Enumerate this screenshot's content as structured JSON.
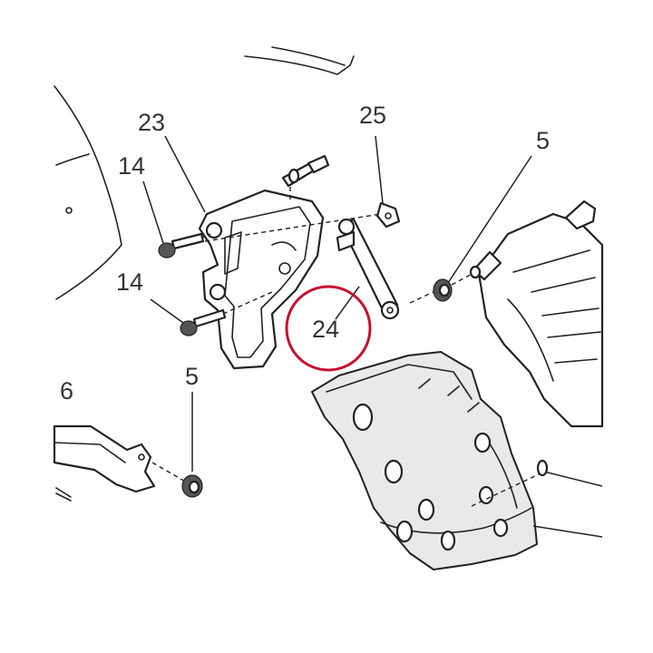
{
  "callouts": {
    "c23": "23",
    "c25": "25",
    "c5_top": "5",
    "c14_top": "14",
    "c14_bottom": "14",
    "c24": "24",
    "c6": "6",
    "c5_bottom": "5"
  },
  "colors": {
    "highlight": "#c8102e",
    "line": "#222222",
    "label": "#333333"
  }
}
